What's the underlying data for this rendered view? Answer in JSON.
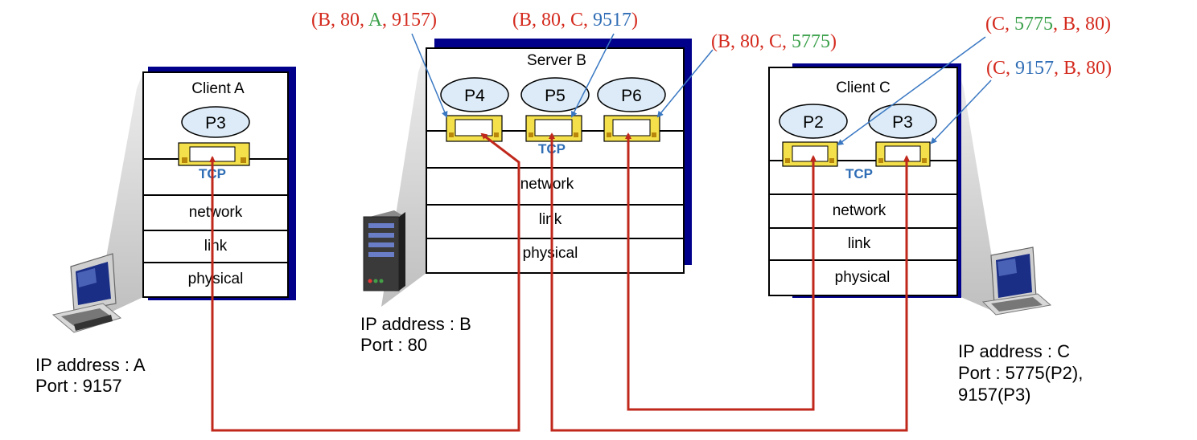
{
  "colors": {
    "tuple_red": "#d42a1e",
    "tuple_green": "#3aa04a",
    "tuple_blue": "#2f6db5",
    "path_red": "#c0281c",
    "arrow_blue": "#3a78c2",
    "shadow_navy": "#00008b",
    "process_fill": "#dcebf7",
    "socket_fill": "#f4e04a",
    "tcp_blue": "#2f6db5"
  },
  "hosts": {
    "client_a": {
      "name": "Client A",
      "process": "P3",
      "tcp": "TCP",
      "layers": [
        "network",
        "link",
        "physical"
      ],
      "ip_label": "IP address : A",
      "port_label": "Port : 9157",
      "device_icon": "desktop-computer-icon"
    },
    "server_b": {
      "name": "Server B",
      "processes": [
        "P4",
        "P5",
        "P6"
      ],
      "tcp": "TCP",
      "layers": [
        "network",
        "link",
        "physical"
      ],
      "ip_label": "IP address : B",
      "port_label": "Port : 80",
      "device_icon": "server-tower-icon"
    },
    "client_c": {
      "name": "Client C",
      "processes": [
        "P2",
        "P3"
      ],
      "tcp": "TCP",
      "layers": [
        "network",
        "link",
        "physical"
      ],
      "ip_label": "IP address : C",
      "port_label_1": "Port : 5775(P2),",
      "port_label_2": "9157(P3)",
      "device_icon": "desktop-computer-icon"
    }
  },
  "tuples": {
    "p4": {
      "open": "(B, 80, ",
      "src_ip": "A",
      "sep": ", ",
      "src_port": "9157",
      "close": ")"
    },
    "p5": {
      "open": "(B, 80, C, ",
      "src_port": "9517",
      "close": ")"
    },
    "p6": {
      "open": "(B, 80, C, ",
      "src_port": "5775",
      "close": ")"
    },
    "c_p2": {
      "open": "(C, ",
      "dst_port": "5775",
      "close": ", B, 80)"
    },
    "c_p3": {
      "open": "(C, ",
      "dst_port": "9157",
      "close": ", B, 80)"
    }
  }
}
